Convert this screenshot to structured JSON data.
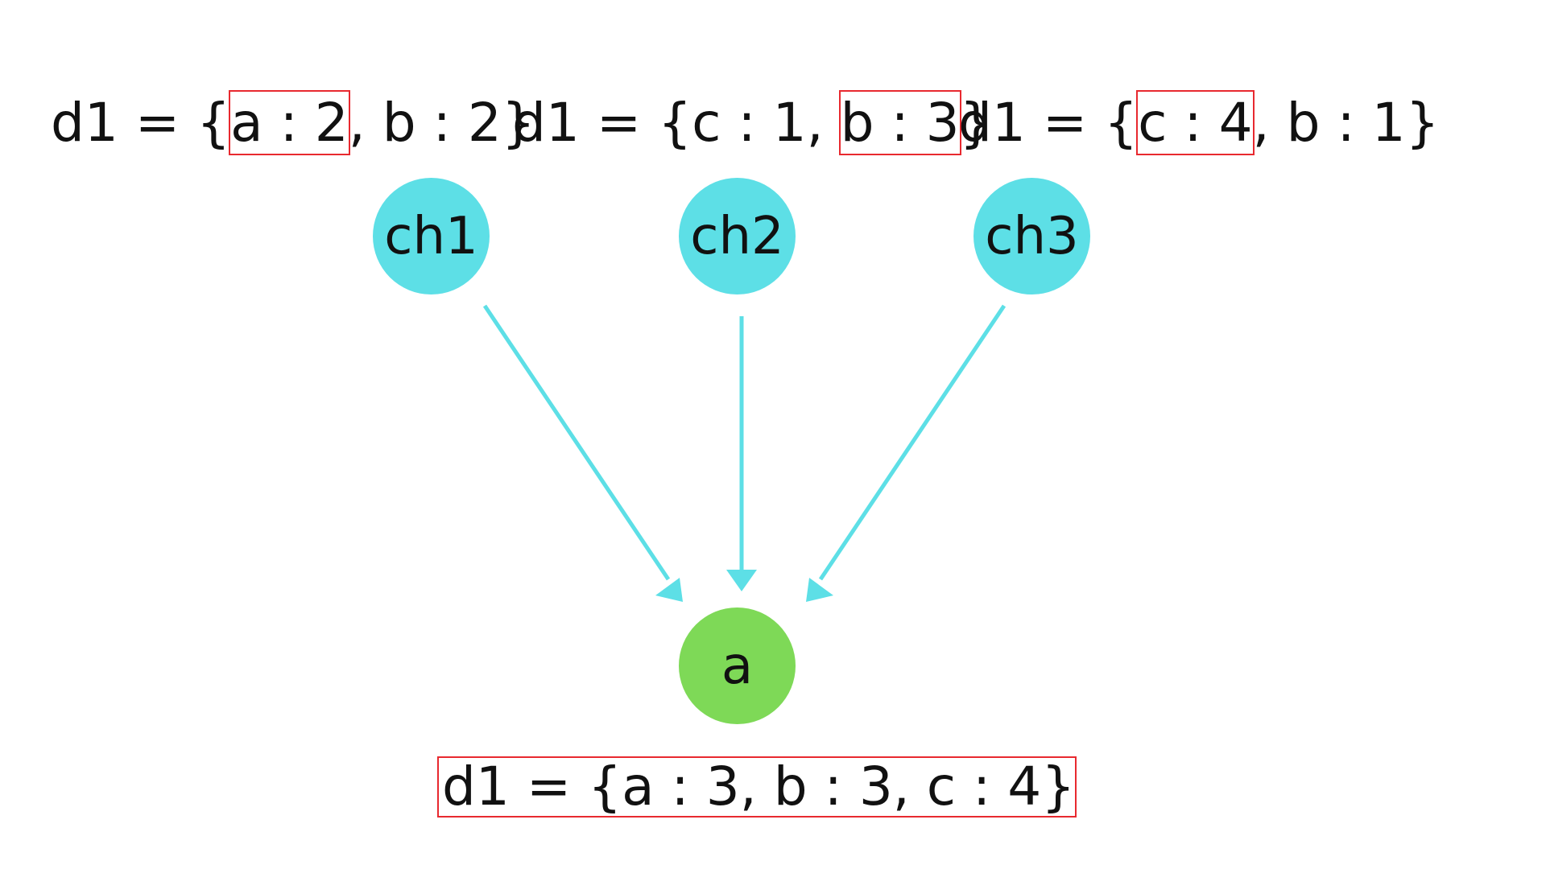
{
  "dicts": {
    "ch1": {
      "prefix": "d1 = {",
      "highlight": "a : 2",
      "suffix": ", b : 2}"
    },
    "ch2": {
      "prefix": "d1 = {c : 1, ",
      "highlight": "b : 3",
      "suffix": "}"
    },
    "ch3": {
      "prefix": "d1 = {",
      "highlight": "c : 4",
      "suffix": ", b : 1}"
    },
    "result": "d1 = {a : 3, b : 3, c : 4}"
  },
  "nodes": {
    "ch1": "ch1",
    "ch2": "ch2",
    "ch3": "ch3",
    "a": "a"
  },
  "colors": {
    "child_node": "#5ddfe6",
    "parent_node": "#7ed957",
    "edge": "#5ddfe6",
    "highlight_box": "#e8292f"
  }
}
